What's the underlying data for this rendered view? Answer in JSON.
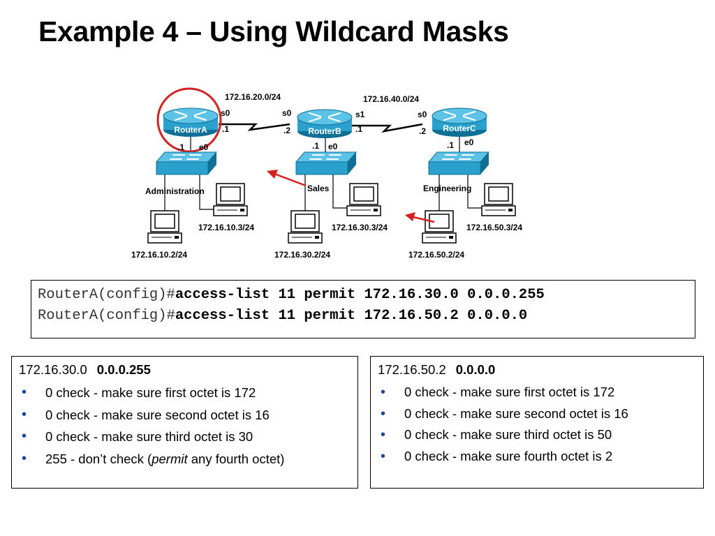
{
  "title": "Example 4 – Using Wildcard Masks",
  "diagram": {
    "links": [
      {
        "network": "172.16.20.0/24"
      },
      {
        "network": "172.16.40.0/24"
      }
    ],
    "routers": [
      {
        "name": "RouterA",
        "serial_if": "s0",
        "serial_ip": ".1",
        "eth_ip": ".1",
        "eth_if": "e0"
      },
      {
        "name": "RouterB",
        "serial_left_if": "s0",
        "serial_left_ip": ".2",
        "serial_right_if": "s1",
        "serial_right_ip": ".1",
        "eth_ip": ".1",
        "eth_if": "e0"
      },
      {
        "name": "RouterC",
        "serial_if": "s0",
        "serial_ip": ".2",
        "eth_ip": ".1",
        "eth_if": "e0"
      }
    ],
    "lans": [
      {
        "name": "Administration",
        "host_top": "172.16.10.3/24",
        "host_bottom": "172.16.10.2/24"
      },
      {
        "name": "Sales",
        "host_top": "172.16.30.3/24",
        "host_bottom": "172.16.30.2/24"
      },
      {
        "name": "Engineering",
        "host_top": "172.16.50.3/24",
        "host_bottom": "172.16.50.2/24"
      }
    ],
    "colors": {
      "highlight": "#d42020",
      "device": "#2aa0cc",
      "device_dark": "#0f6f94",
      "serial": "#000000"
    }
  },
  "commands": [
    {
      "prompt": "RouterA(config)#",
      "body": "access-list 11 permit 172.16.30.0 0.0.0.255"
    },
    {
      "prompt": "RouterA(config)#",
      "body": "access-list 11 permit 172.16.50.2 0.0.0.0"
    }
  ],
  "panels": {
    "left": {
      "address": "172.16.30.0",
      "mask": "0.0.0.255",
      "items": [
        "0  check - make sure first octet is 172",
        "0  check - make sure second octet is 16",
        "0  check - make sure third octet is 30"
      ],
      "last_item": {
        "before": "255 - don’t check (",
        "emphasis": "permit",
        "after": " any fourth octet)"
      }
    },
    "right": {
      "address": "172.16.50.2",
      "mask": "0.0.0.0",
      "items": [
        "0  check - make sure first octet is 172",
        "0  check - make sure second octet is 16",
        "0  check - make sure third octet is 50",
        "0  check - make sure fourth octet is 2"
      ]
    }
  }
}
